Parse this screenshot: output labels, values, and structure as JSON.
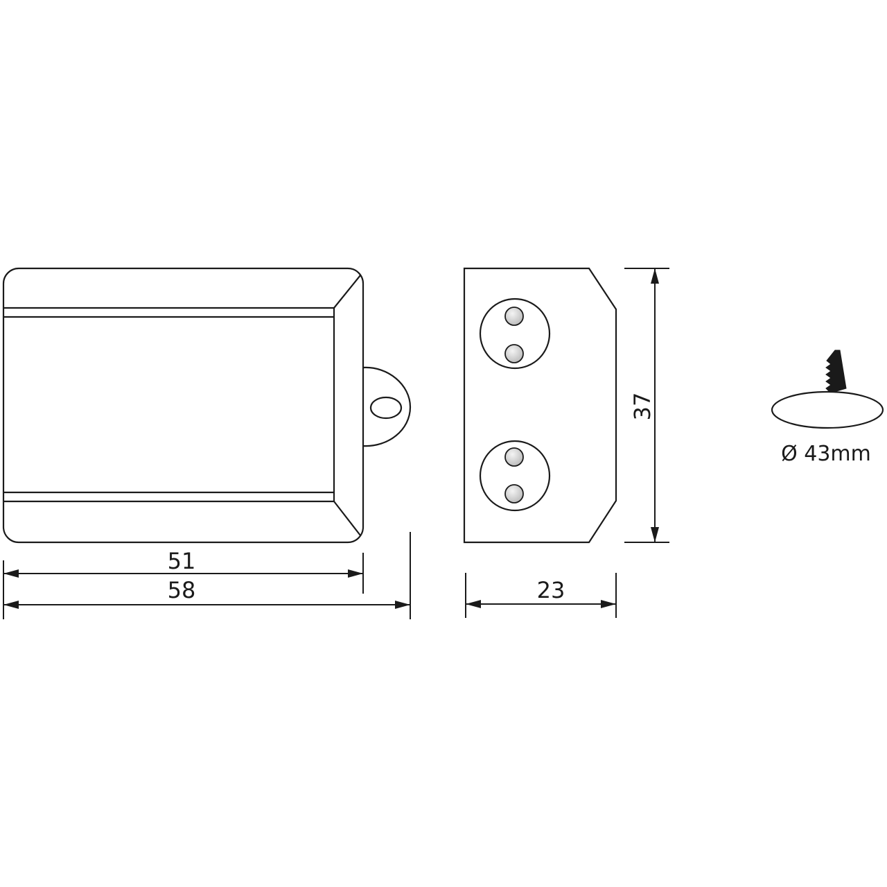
{
  "front_view": {
    "dim_inner_width": "51",
    "dim_outer_width": "58"
  },
  "side_view": {
    "dim_depth": "23",
    "dim_height": "37"
  },
  "cutout": {
    "diameter_label": "Ø 43mm"
  },
  "colors": {
    "line": "#1a1a1a",
    "led_fill": "#d8d8d8",
    "background": "#ffffff"
  }
}
